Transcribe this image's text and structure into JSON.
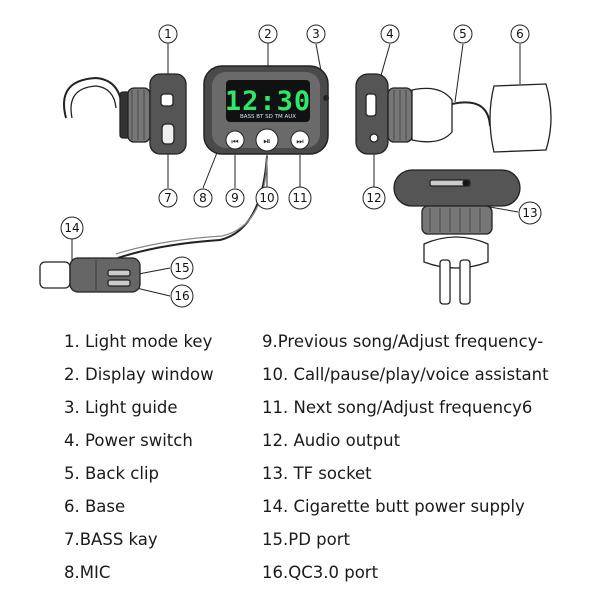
{
  "diagram": {
    "display_digits": "12:30",
    "display_indicators": "BASS BT SD TM AUX",
    "callouts": [
      "1",
      "2",
      "3",
      "4",
      "5",
      "6",
      "7",
      "8",
      "9",
      "10",
      "11",
      "12",
      "13",
      "14",
      "15",
      "16"
    ]
  },
  "legend": {
    "left": [
      "1. Light mode key",
      "2. Display window",
      "3. Light guide",
      "4. Power switch",
      "5. Back clip",
      "6. Base",
      "7.BASS kay",
      "8.MIC"
    ],
    "right": [
      "9.Previous song/Adjust frequency-",
      "10. Call/pause/play/voice assistant",
      "11. Next song/Adjust frequency6",
      "12. Audio output",
      "13. TF socket",
      "14. Cigarette butt power supply",
      "15.PD port",
      "16.QC3.0 port"
    ]
  }
}
